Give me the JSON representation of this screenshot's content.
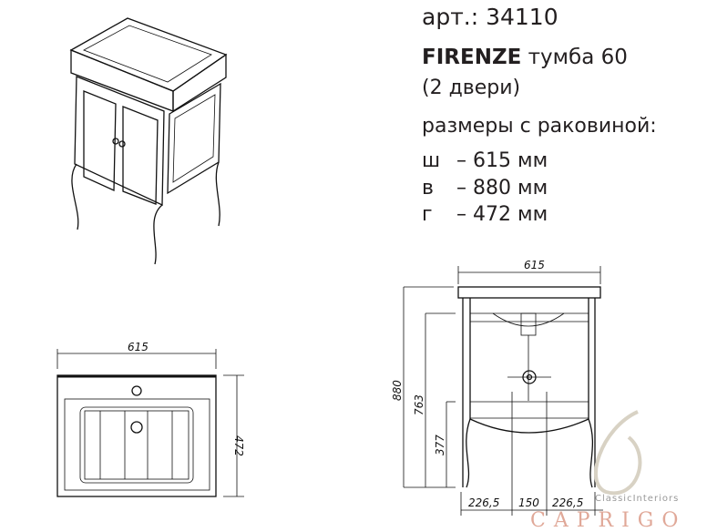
{
  "article": "арт.: 34110",
  "product": {
    "series": "FIRENZE",
    "type": "тумба 60",
    "doors": "(2 двери)"
  },
  "dimensions_heading": "размеры с раковиной:",
  "dimensions": [
    {
      "label": "ш",
      "value": "– 615 мм"
    },
    {
      "label": "в",
      "value": "– 880 мм"
    },
    {
      "label": "г",
      "value": "– 472 мм"
    }
  ],
  "top_view": {
    "width": "615",
    "depth": "472"
  },
  "front_view": {
    "width": "615",
    "height": "880",
    "siphon_height": "763",
    "shelf_height": "377",
    "offsets": [
      "226,5",
      "150",
      "226,5"
    ]
  },
  "watermark": {
    "tagline": "ClassicInteriors",
    "brand": "CAPRIGO"
  }
}
